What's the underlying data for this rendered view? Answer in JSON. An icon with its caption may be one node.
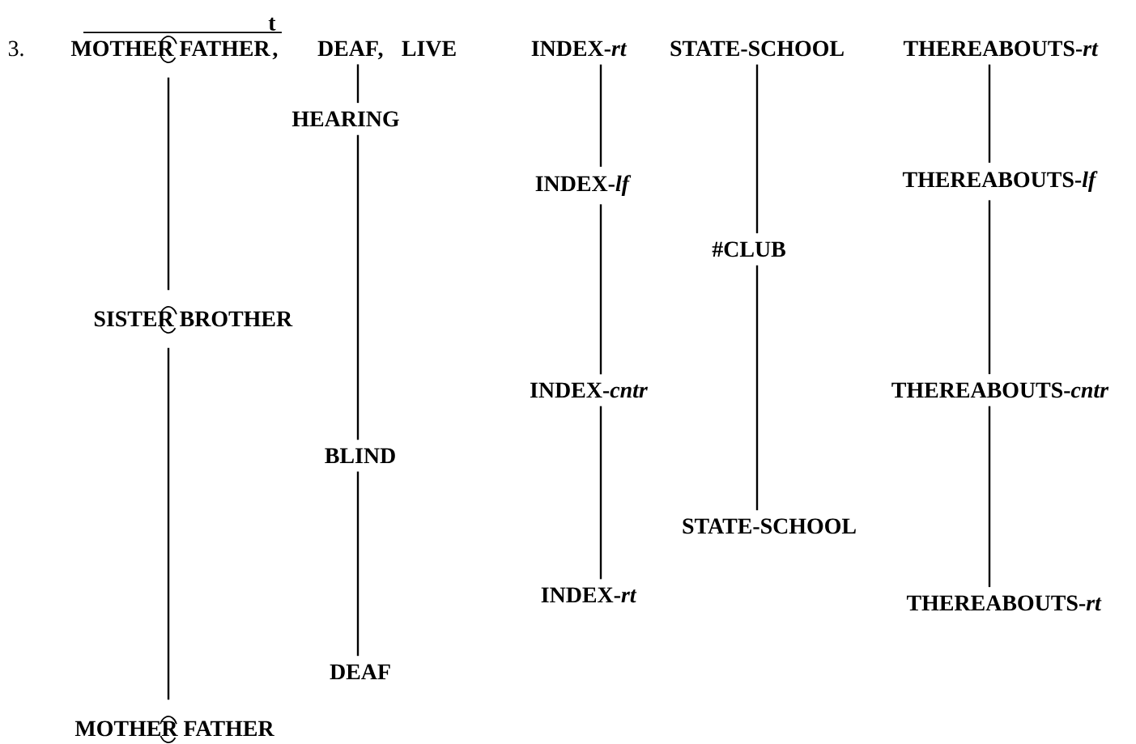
{
  "diagram": {
    "nodes": [
      {
        "text": [
          "MOTHER FATHER"
        ]
      },
      {
        "text": [
          "DEAF"
        ]
      },
      {
        "text": [
          "INDEX-*rt*"
        ]
      },
      {
        "text": [
          "STATE-SCHOOL"
        ]
      },
      {
        "text": [
          "THEREABOUTS-*rt*"
        ]
      },
      {
        "text": [
          "HEARING"
        ]
      },
      {
        "text": [
          "INDEX-*lf*"
        ]
      },
      {
        "text": [
          "THEREABOUTS-*lf*"
        ]
      },
      {
        "text": [
          "#CLUB"
        ]
      },
      {
        "text": [
          "SISTER BROTHER"
        ]
      },
      {
        "text": [
          "INDEX-*cntr*"
        ]
      },
      {
        "text": [
          "THEREABOUTS-*cntr*"
        ]
      },
      {
        "text": [
          "BLIND"
        ]
      },
      {
        "text": [
          "STATE-SCHOOL"
        ]
      },
      {
        "text": [
          "INDEX-*rt*"
        ]
      },
      {
        "text": [
          "THEREABOUTS-*rt*"
        ]
      },
      {
        "text": [
          "DEAF"
        ]
      },
      {
        "text": [
          "MOTHER FATHER"
        ]
      }
    ],
    "edges": [
      {
        "from": 0,
        "to": 9,
        "arrow": "none"
      },
      {
        "from": 9,
        "to": 17,
        "arrow": "none"
      },
      {
        "from": 1,
        "to": 5,
        "arrow": "none"
      },
      {
        "from": 5,
        "to": 12,
        "arrow": "none"
      },
      {
        "from": 12,
        "to": 16,
        "arrow": "none"
      },
      {
        "from": 2,
        "to": 6,
        "arrow": "none"
      },
      {
        "from": 6,
        "to": 10,
        "arrow": "none"
      },
      {
        "from": 10,
        "to": 14,
        "arrow": "none"
      },
      {
        "from": 3,
        "to": 8,
        "arrow": "none"
      },
      {
        "from": 8,
        "to": 13,
        "arrow": "none"
      },
      {
        "from": 4,
        "to": 7,
        "arrow": "none"
      },
      {
        "from": 7,
        "to": 11,
        "arrow": "none"
      },
      {
        "from": 11,
        "to": 15,
        "arrow": "none"
      }
    ],
    "labels": [
      "t",
      "3.",
      ",",
      ",",
      "LIVE"
    ]
  }
}
